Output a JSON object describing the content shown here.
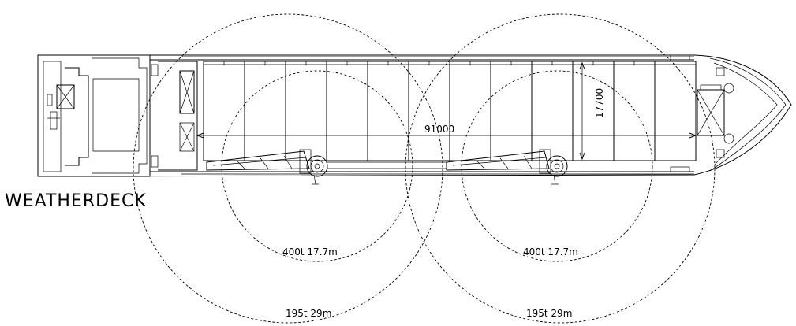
{
  "title": "WEATHERDECK",
  "dimensions": {
    "length": "91000",
    "beam": "17700"
  },
  "crane_radii": [
    {
      "inner": "400t 17.7m",
      "outer": "195t 29m"
    },
    {
      "inner": "400t 17.7m",
      "outer": "195t 29m"
    }
  ],
  "hatch_panel_count": 12
}
